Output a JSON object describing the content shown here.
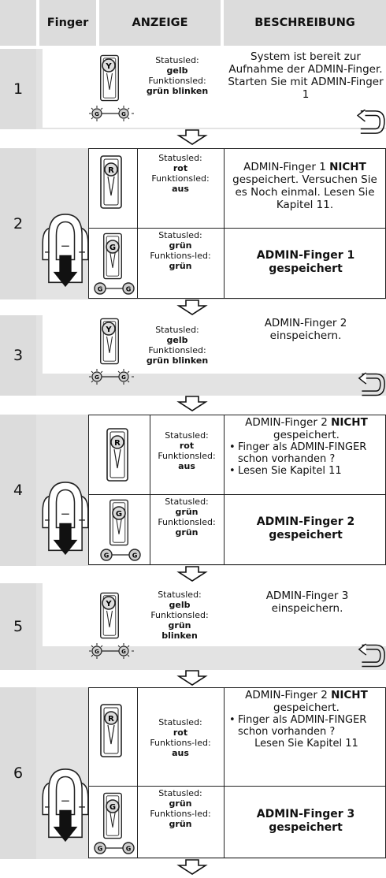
{
  "header": {
    "col_finger": "Finger",
    "col_anzeige": "ANZEIGE",
    "col_beschreibung": "BESCHREIBUNG"
  },
  "steps": [
    {
      "number": "1",
      "indicator": {
        "label1": "Statusled:",
        "value1": "gelb",
        "label2": "Funktionsled:",
        "value2": "grün blinken"
      },
      "description": "System ist bereit zur Aufnahme der ADMIN-Finger. Starten Sie mit ADMIN-Finger 1"
    },
    {
      "number": "2",
      "fail": {
        "label1": "Statusled:",
        "value1": "rot",
        "label2": "Funktionsled:",
        "value2": "aus",
        "desc_pre": "ADMIN-Finger 1 ",
        "desc_bold": "NICHT",
        "desc_post": " gespeichert. Versuchen Sie es Noch einmal. Lesen Sie Kapitel 11."
      },
      "success": {
        "label1": "Statusled:",
        "value1": "grün",
        "label2": "Funktions-led:",
        "value2": "grün",
        "description": "ADMIN-Finger 1 gespeichert"
      }
    },
    {
      "number": "3",
      "indicator": {
        "label1": "Statusled:",
        "value1": "gelb",
        "label2": "Funktionsled:",
        "value2": "grün blinken"
      },
      "description": "ADMIN-Finger 2 einspeichern."
    },
    {
      "number": "4",
      "fail": {
        "label1": "Statusled:",
        "value1": "rot",
        "label2": "Funktionsled:",
        "value2": "aus",
        "desc_pre": "ADMIN-Finger 2 ",
        "desc_bold": "NICHT",
        "desc_post": " gespeichert.",
        "bullets": [
          "Finger als ADMIN-FINGER schon vorhanden ?",
          "Lesen Sie Kapitel 11"
        ]
      },
      "success": {
        "label1": "Statusled:",
        "value1": "grün",
        "label2": "Funktionsled:",
        "value2": "grün",
        "description": "ADMIN-Finger 2 gespeichert"
      }
    },
    {
      "number": "5",
      "indicator": {
        "label1": "Statusled:",
        "value1": "gelb",
        "label2": "Funktionsled:",
        "value2": "grün",
        "value3": "blinken"
      },
      "description": "ADMIN-Finger 3 einspeichern."
    },
    {
      "number": "6",
      "fail": {
        "label1": "Statusled:",
        "value1": "rot",
        "label2": "Funktions-led:",
        "value2": "aus",
        "desc_pre": "ADMIN-Finger 2 ",
        "desc_bold": "NICHT",
        "desc_post": " gespeichert.",
        "bullets": [
          "Finger als ADMIN-FINGER schon vorhanden ?"
        ],
        "tail": "Lesen Sie Kapitel 11"
      },
      "success": {
        "label1": "Statusled:",
        "value1": "grün",
        "label2": "Funktions-led:",
        "value2": "grün",
        "description": "ADMIN-Finger 3 gespeichert"
      }
    }
  ],
  "led_letters": {
    "yellow": "Y",
    "red": "R",
    "green": "G"
  },
  "colors": {
    "band": "#e3e3e3",
    "header": "#dcdcdc",
    "border": "#222222"
  }
}
